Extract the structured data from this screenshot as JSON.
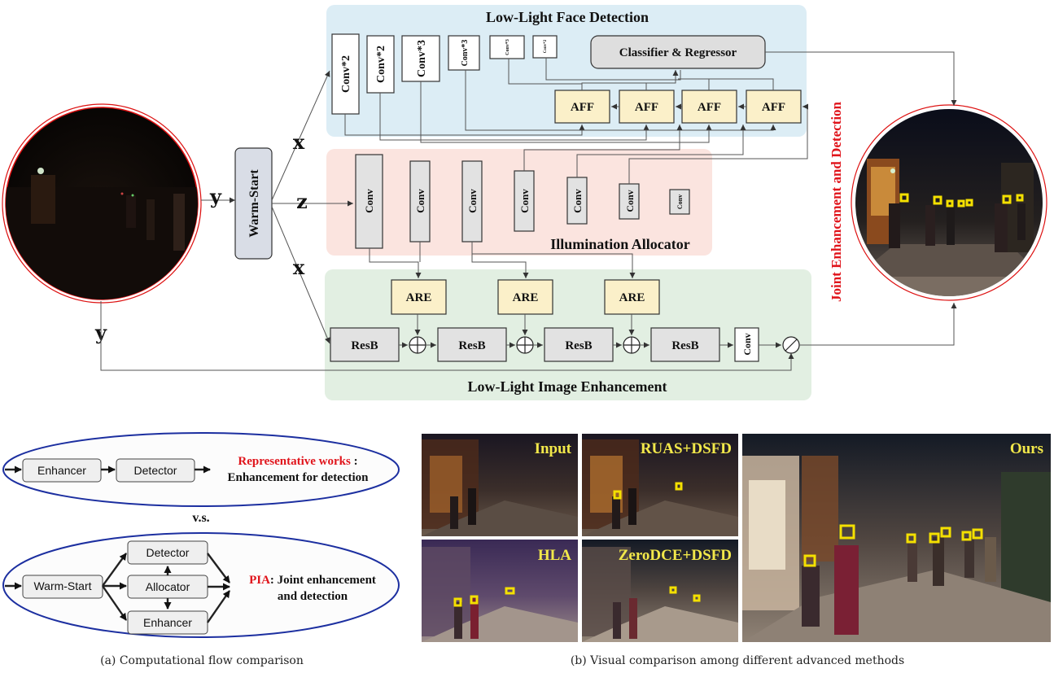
{
  "top_diagram": {
    "panels": {
      "detection_title": "Low-Light Face Detection",
      "allocator_title": "Illumination Allocator",
      "enhancement_title": "Low-Light Image Enhancement"
    },
    "detection": {
      "conv_blocks": [
        "Conv*2",
        "Conv*2",
        "Conv*3",
        "Conv*3",
        "Conv*3",
        "Conv*2"
      ],
      "head": "Classifier & Regressor",
      "aff_blocks": [
        "AFF",
        "AFF",
        "AFF",
        "AFF"
      ]
    },
    "allocator": {
      "conv_blocks": [
        "Conv",
        "Conv",
        "Conv",
        "Conv",
        "Conv",
        "Conv",
        "Conv"
      ]
    },
    "enhancement": {
      "are_blocks": [
        "ARE",
        "ARE",
        "ARE"
      ],
      "resb_blocks": [
        "ResB",
        "ResB",
        "ResB",
        "ResB"
      ],
      "final_conv": "Conv",
      "plus_symbol": "⊕",
      "divide_symbol": "⊘"
    },
    "warm_start": "Warm-Start",
    "variables": {
      "x": "x",
      "y": "y",
      "z": "z"
    },
    "side_title": "Joint Enhancement and Detection"
  },
  "flow_comparison": {
    "top": {
      "boxes": [
        "Enhancer",
        "Detector"
      ],
      "highlight": "Representative works",
      "colon": " :",
      "line2": "Enhancement for detection"
    },
    "vs": "v.s.",
    "bottom": {
      "boxes": [
        "Warm-Start",
        "Detector",
        "Allocator",
        "Enhancer"
      ],
      "highlight": "PIA",
      "line1_rest": ": Joint enhancement",
      "line2": "and detection"
    },
    "caption": "(a) Computational flow comparison"
  },
  "visual_comparison": {
    "labels": [
      "Input",
      "RUAS+DSFD",
      "HLA",
      "ZeroDCE+DSFD",
      "Ours"
    ],
    "caption": "(b) Visual comparison among different advanced methods"
  },
  "colors": {
    "detection_panel": "#dcedf5",
    "allocator_panel": "#fbe4df",
    "enhancement_panel": "#e2efe2",
    "aff_fill": "#fbf0c9",
    "highlight_red": "#e0141b",
    "ellipse_blue": "#1c2fa0",
    "face_box": "#f4e000"
  }
}
